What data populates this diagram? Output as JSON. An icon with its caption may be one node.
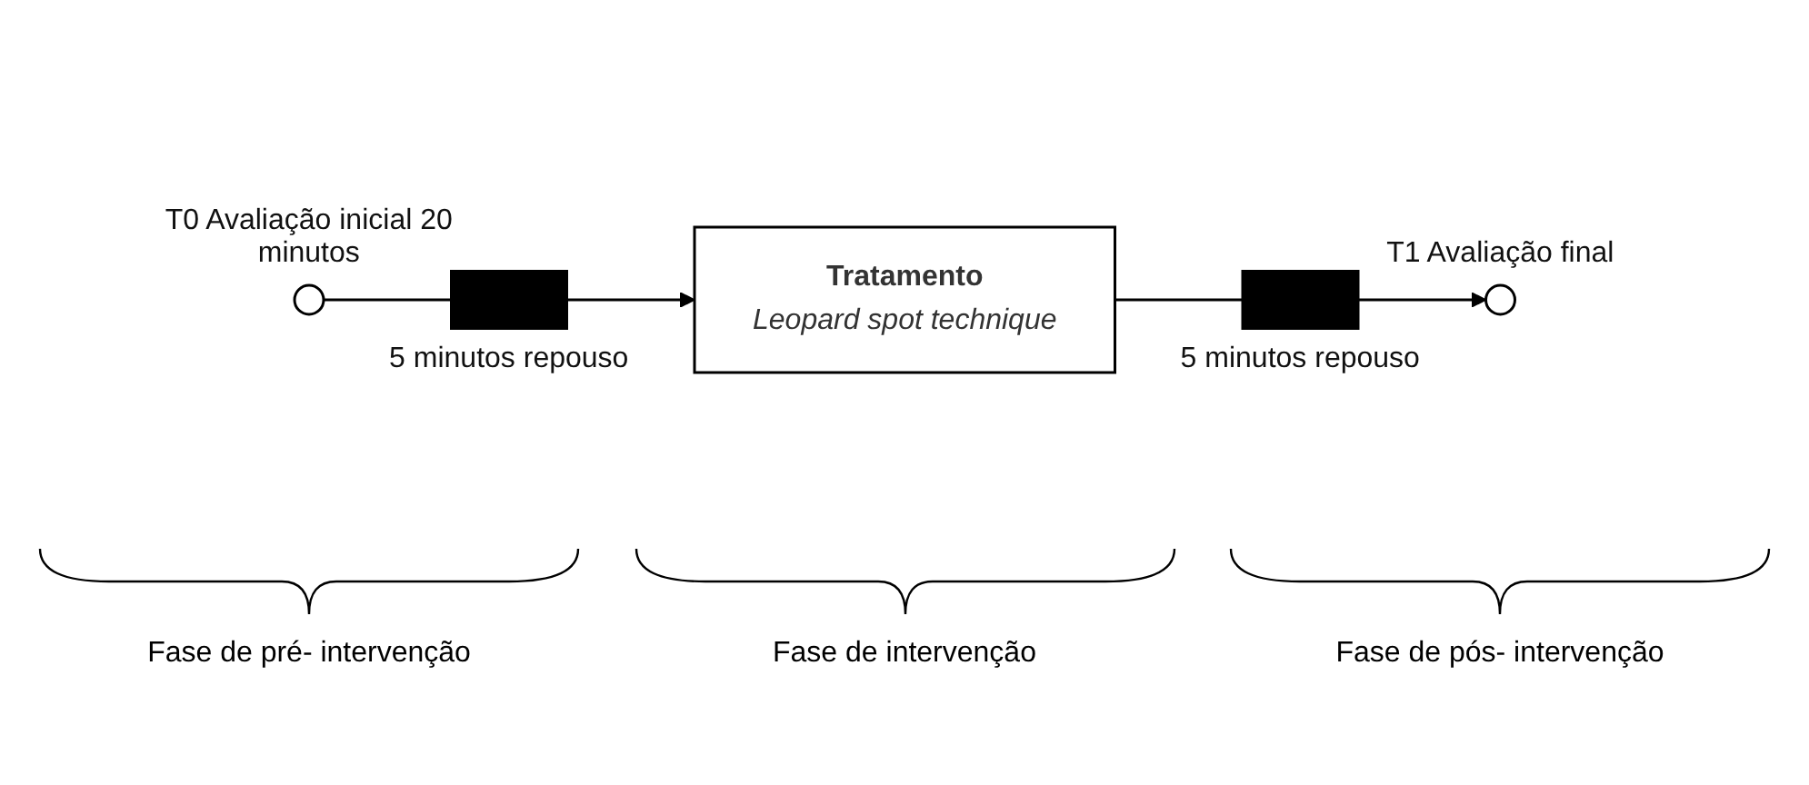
{
  "diagram": {
    "nodes": [
      {
        "text": [],
        "shape": "circle",
        "beside": [
          "T0 Avaliação inicial 20 minutos"
        ]
      },
      {
        "text": [],
        "shape": "box",
        "beside": [
          "5 minutos repouso"
        ]
      },
      {
        "text": [
          "Tratamento",
          "Leopard spot technique"
        ]
      },
      {
        "text": [],
        "shape": "box",
        "beside": [
          "5 minutos repouso"
        ]
      },
      {
        "text": [],
        "shape": "circle",
        "beside": [
          "T1 Avaliação final"
        ]
      }
    ],
    "edges": [
      {
        "from": 0,
        "to": 1,
        "arrow": "none"
      },
      {
        "from": 1,
        "to": 2,
        "arrow": "to"
      },
      {
        "from": 2,
        "to": 3,
        "arrow": "none"
      },
      {
        "from": 3,
        "to": 4,
        "arrow": "to"
      }
    ],
    "labels": [
      "Fase de pré- intervenção",
      "Fase de intervenção",
      "Fase de pós- intervenção"
    ]
  }
}
